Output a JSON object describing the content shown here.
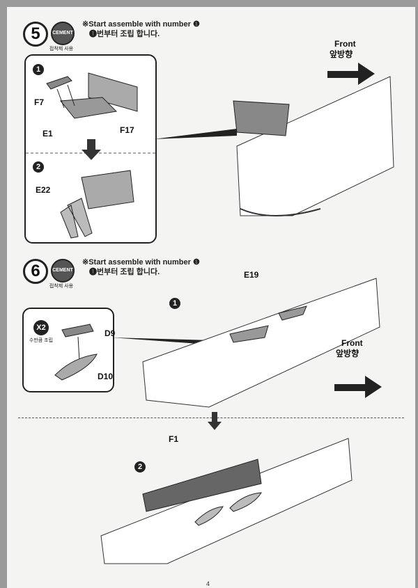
{
  "step5": {
    "number": "5",
    "cement": "CEMENT",
    "cement_caption": "접착제 사용",
    "note_en": "※Start assemble with number ❶",
    "note_ko": "❶번부터 조립 합니다.",
    "substeps": [
      "1",
      "2"
    ],
    "parts": [
      "F7",
      "E1",
      "F17",
      "E22"
    ],
    "front_en": "Front",
    "front_ko": "앞방향"
  },
  "step6": {
    "number": "6",
    "cement": "CEMENT",
    "cement_caption": "접착제 사용",
    "note_en": "※Start assemble with number ❶",
    "note_ko": "❶번부터 조립 합니다.",
    "substeps": [
      "1",
      "2"
    ],
    "multiplier": "X2",
    "multiplier_caption": "수만큼 조립",
    "parts": [
      "D9",
      "D10",
      "E19",
      "F1"
    ],
    "front_en": "Front",
    "front_ko": "앞방향"
  },
  "page_number": "4"
}
